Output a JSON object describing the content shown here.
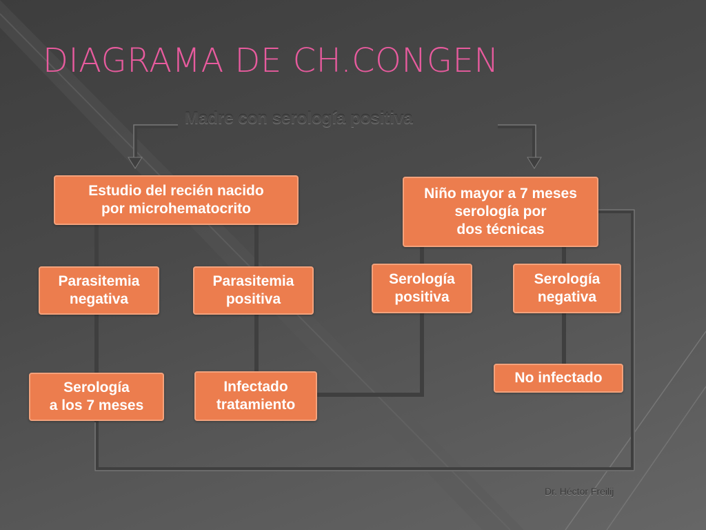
{
  "title": "DIAGRAMA DE CH.CONGEN",
  "header": "Madre con serología positiva",
  "boxes": {
    "estudio": "Estudio del recién nacido\npor microhematocrito",
    "nino_mayor": "Niño mayor a 7 meses\nserología por\ndos técnicas",
    "parasitemia_neg": "Parasitemia\nnegativa",
    "parasitemia_pos": "Parasitemia\npositiva",
    "serologia_pos": "Serología\npositiva",
    "serologia_neg": "Serología\nnegativa",
    "serologia_7m": "Serología\na los 7 meses",
    "infectado": "Infectado\ntratamiento",
    "no_infectado": "No infectado"
  },
  "credit": "Dr. Héctor Freilij",
  "colors": {
    "title": "#e85b9e",
    "box_fill": "#ec7d4e",
    "box_border": "#f3a27c",
    "connector": "#3f3f3f"
  }
}
